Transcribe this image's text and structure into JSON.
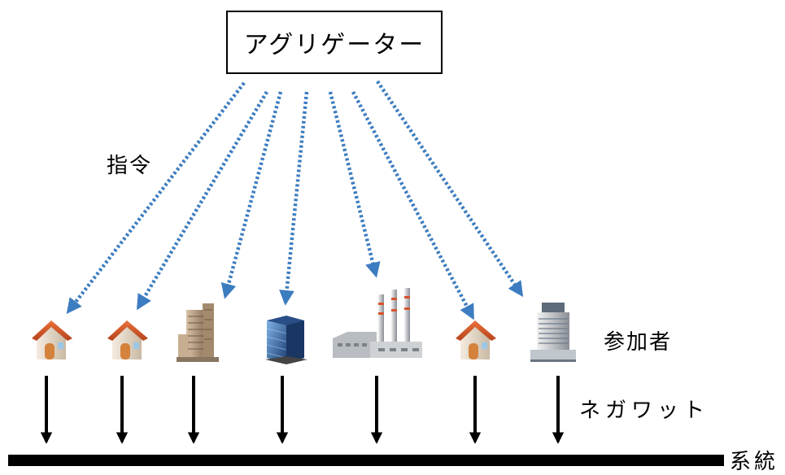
{
  "aggregator": {
    "label": "アグリゲーター"
  },
  "labels": {
    "command": "指令",
    "participants": "参加者",
    "negawatt": "ネガワット",
    "grid": "系統"
  },
  "participants": [
    {
      "type": "house",
      "icon": "house-icon"
    },
    {
      "type": "house",
      "icon": "house-icon"
    },
    {
      "type": "tall-building",
      "icon": "apartment-tower-icon"
    },
    {
      "type": "office-building",
      "icon": "office-building-icon"
    },
    {
      "type": "factory",
      "icon": "factory-icon"
    },
    {
      "type": "house",
      "icon": "house-icon"
    },
    {
      "type": "highrise",
      "icon": "highrise-building-icon"
    }
  ],
  "colors": {
    "command_arrow": "#3c7cc0",
    "flow_arrow": "#000000",
    "grid_bar": "#000000"
  }
}
